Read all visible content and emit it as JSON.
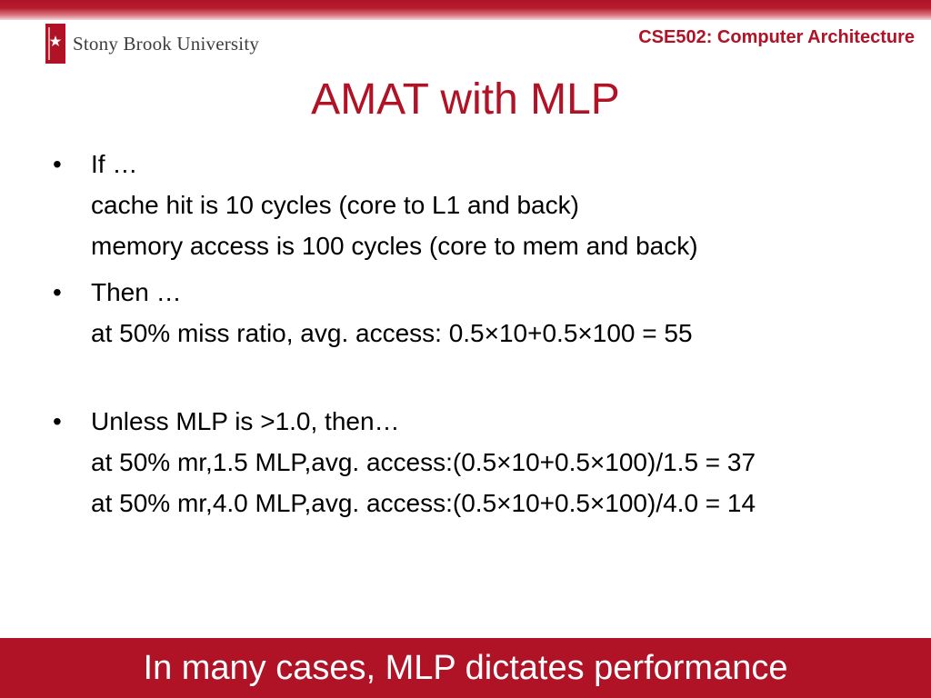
{
  "header": {
    "logo_text": "Stony Brook University",
    "course": "CSE502: Computer Architecture",
    "colors": {
      "accent": "#b01226",
      "band_light": "#f2d6d9"
    }
  },
  "slide": {
    "title": "AMAT with MLP",
    "bullets": [
      {
        "lines": [
          "If …",
          "cache hit is 10 cycles (core to L1 and back)",
          "memory access is 100 cycles (core to mem and back)"
        ]
      },
      {
        "lines": [
          "Then …",
          "at 50% miss ratio, avg. access: 0.5×10+0.5×100 = 55"
        ]
      },
      {
        "lines": [
          "Unless MLP is >1.0, then…",
          "at 50% mr,1.5 MLP,avg. access:(0.5×10+0.5×100)/1.5 = 37",
          "at 50% mr,4.0 MLP,avg. access:(0.5×10+0.5×100)/4.0 = 14"
        ]
      }
    ],
    "bullet_glyph": "•"
  },
  "footer": {
    "text": "In many cases, MLP dictates performance"
  }
}
